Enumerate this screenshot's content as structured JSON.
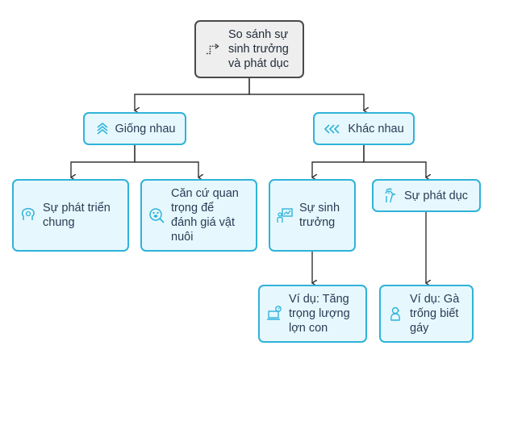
{
  "diagram": {
    "root": {
      "label": "So sánh sự\nsinh trưởng\nvà phát dục",
      "icon": "route-arrow-icon"
    },
    "similar": {
      "label": "Giống nhau",
      "icon": "chevrons-up-icon",
      "children": [
        {
          "label": "Sự phát triển\nchung",
          "icon": "brain-head-icon"
        },
        {
          "label": "Căn cứ quan\ntrọng để\nđánh giá vật\nnuôi",
          "icon": "paw-search-icon"
        }
      ]
    },
    "different": {
      "label": "Khác nhau",
      "icon": "chevrons-left-icon",
      "children": [
        {
          "label": "Sự sinh\ntrưởng",
          "icon": "growth-presentation-icon",
          "example": {
            "label": "Ví dụ: Tăng\ntrọng lượng\nlợn con",
            "icon": "laptop-gauge-icon"
          }
        },
        {
          "label": "Sự phát dục",
          "icon": "rooster-icon",
          "example": {
            "label": "Ví dụ: Gà\ntrống biết\ngáy",
            "icon": "chick-icon"
          }
        }
      ]
    },
    "colors": {
      "node_border": "#2fb3d9",
      "node_fill": "#e6f8fd",
      "root_border": "#4a4a4a",
      "root_fill": "#eeeeee",
      "edge": "#333333",
      "text": "#2b3a55"
    }
  }
}
